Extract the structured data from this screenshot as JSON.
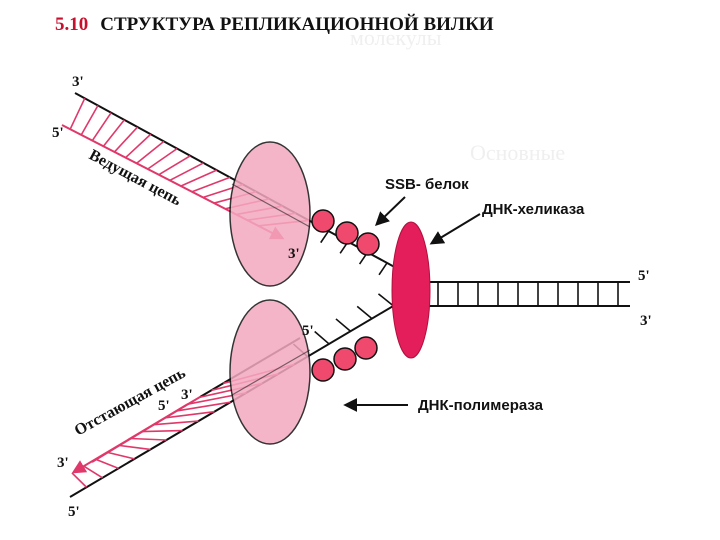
{
  "title": {
    "number": "5.10",
    "text": "СТРУКТУРА РЕПЛИКАЦИОННОЙ ВИЛКИ"
  },
  "labels": {
    "leading_strand": "Ведущая цепь",
    "lagging_strand": "Отстающая цепь",
    "ssb": "SSB- белок",
    "helicase": "ДНК-хеликаза",
    "polymerase": "ДНК-полимераза"
  },
  "ends": {
    "top_left_3": "3'",
    "top_left_5": "5'",
    "leading_new_3": "3'",
    "right_upper_5": "5'",
    "right_lower_3": "3'",
    "lagging_fragment_5": "5'",
    "lagging_new_5": "5'",
    "lagging_new_3": "3'",
    "bottom_left_3": "3'",
    "bottom_left_5": "5'"
  },
  "colors": {
    "title_number": "#c8102e",
    "new_strand": "#e0386a",
    "helicase": "#e31e5a",
    "polymerase": "#f4a9c0",
    "ssb": "#ef4a6e"
  }
}
